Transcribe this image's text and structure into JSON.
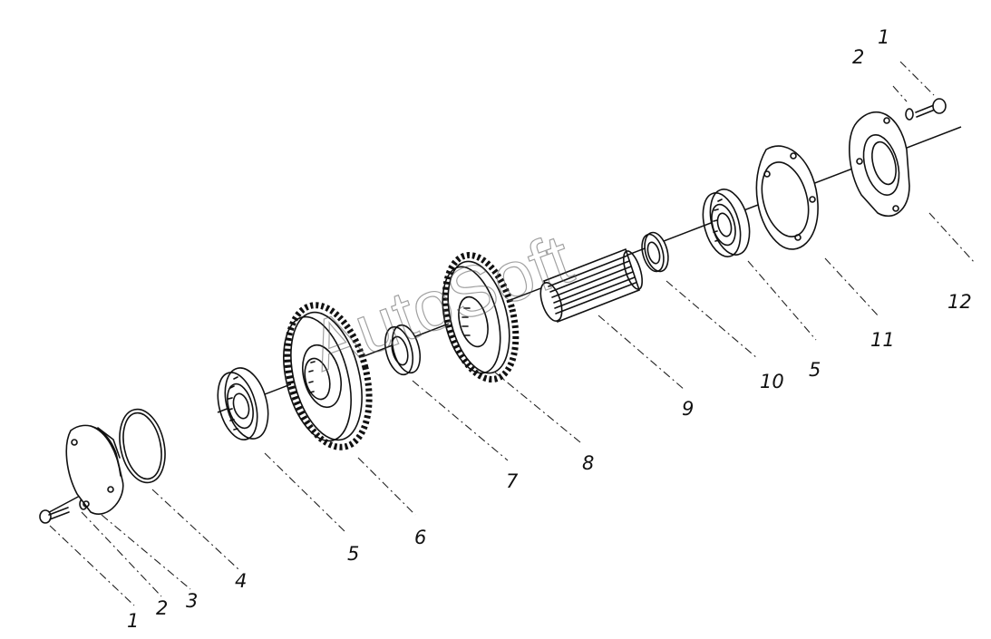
{
  "watermark": "AutoSoft",
  "callouts": [
    {
      "id": "c1a",
      "label": "1"
    },
    {
      "id": "c2a",
      "label": "2"
    },
    {
      "id": "c3",
      "label": "3"
    },
    {
      "id": "c4",
      "label": "4"
    },
    {
      "id": "c5a",
      "label": "5"
    },
    {
      "id": "c6",
      "label": "6"
    },
    {
      "id": "c7",
      "label": "7"
    },
    {
      "id": "c8",
      "label": "8"
    },
    {
      "id": "c9",
      "label": "9"
    },
    {
      "id": "c10",
      "label": "10"
    },
    {
      "id": "c5b",
      "label": "5"
    },
    {
      "id": "c11",
      "label": "11"
    },
    {
      "id": "c12",
      "label": "12"
    },
    {
      "id": "c2b",
      "label": "2"
    },
    {
      "id": "c1b",
      "label": "1"
    }
  ]
}
